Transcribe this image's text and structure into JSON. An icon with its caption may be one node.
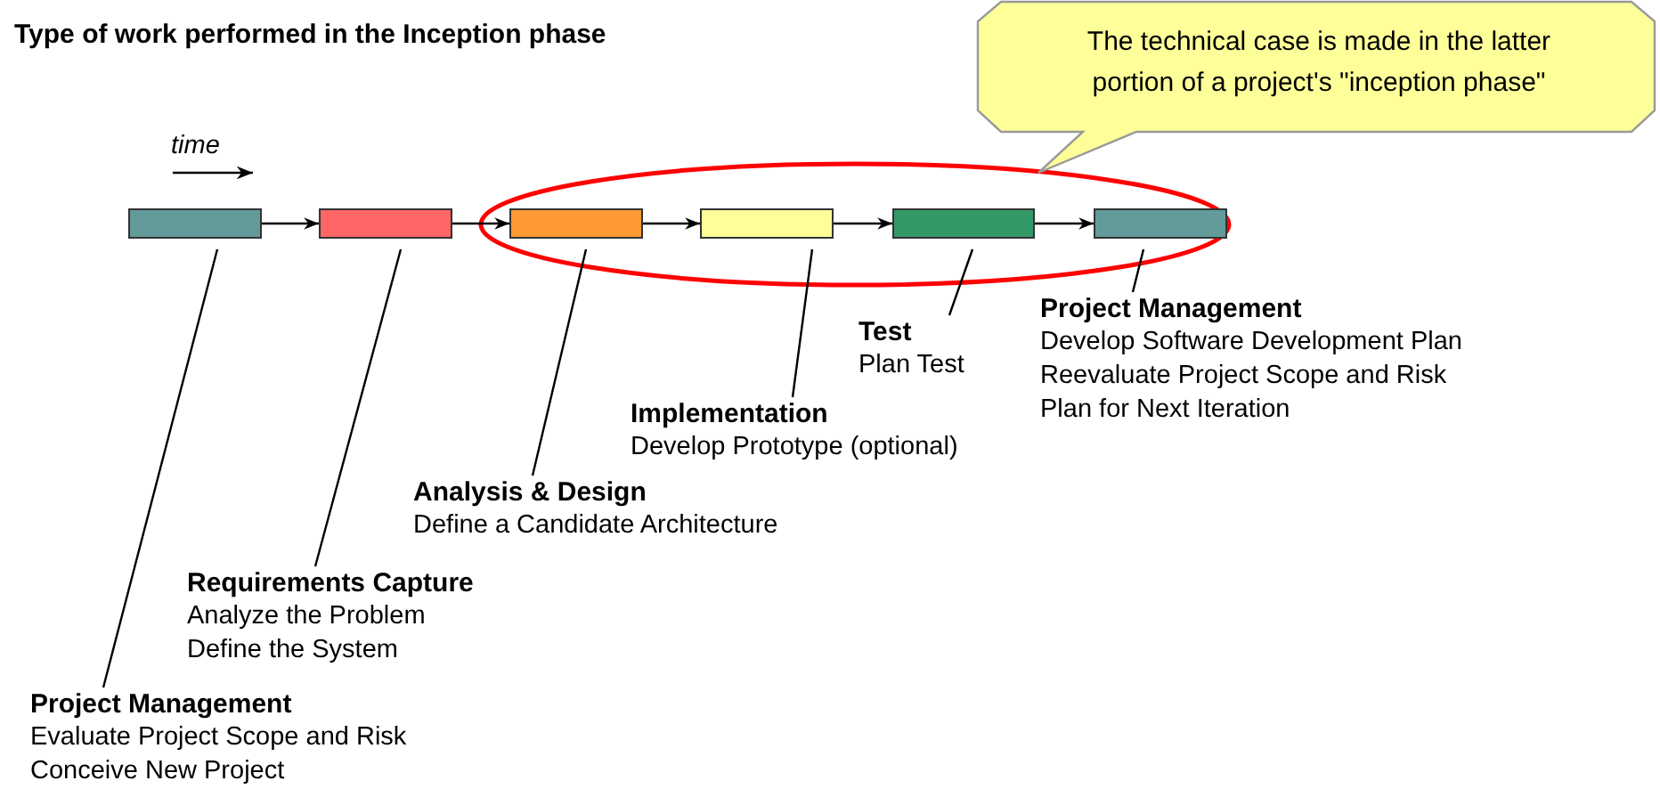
{
  "diagram": {
    "title": "Type of work performed in the Inception phase",
    "nodes": [
      {
        "text": [],
        "shape": "bar"
      },
      {
        "text": [],
        "shape": "bar"
      },
      {
        "text": [],
        "shape": "bar"
      },
      {
        "text": [],
        "shape": "bar"
      },
      {
        "text": [],
        "shape": "bar"
      },
      {
        "text": [],
        "shape": "bar"
      },
      {
        "text": [
          "Project Management",
          "Evaluate Project Scope and Risk",
          "Conceive New Project"
        ]
      },
      {
        "text": [
          "Requirements Capture",
          "Analyze the Problem",
          "Define the System"
        ]
      },
      {
        "text": [
          "Analysis & Design",
          "Define a Candidate Architecture"
        ]
      },
      {
        "text": [
          "Implementation",
          "Develop Prototype (optional)"
        ]
      },
      {
        "text": [
          "Test",
          "Plan Test"
        ]
      },
      {
        "text": [
          "Project Management",
          "Develop Software Development Plan",
          "Reevaluate Project Scope and Risk",
          "Plan for Next Iteration"
        ]
      },
      {
        "text": [
          "The technical case is made in the latter portion of a project's \"inception phase\""
        ]
      }
    ],
    "edges": [
      {
        "from": 0,
        "to": 1,
        "arrow": "to"
      },
      {
        "from": 1,
        "to": 2,
        "arrow": "to"
      },
      {
        "from": 2,
        "to": 3,
        "arrow": "to"
      },
      {
        "from": 3,
        "to": 4,
        "arrow": "to"
      },
      {
        "from": 4,
        "to": 5,
        "arrow": "to"
      },
      {
        "from": 6,
        "to": 0,
        "arrow": "none"
      },
      {
        "from": 7,
        "to": 1,
        "arrow": "none"
      },
      {
        "from": 8,
        "to": 2,
        "arrow": "none"
      },
      {
        "from": 9,
        "to": 3,
        "arrow": "none"
      },
      {
        "from": 10,
        "to": 4,
        "arrow": "none"
      },
      {
        "from": 11,
        "to": 5,
        "arrow": "none"
      }
    ],
    "labels": [
      "time"
    ]
  }
}
